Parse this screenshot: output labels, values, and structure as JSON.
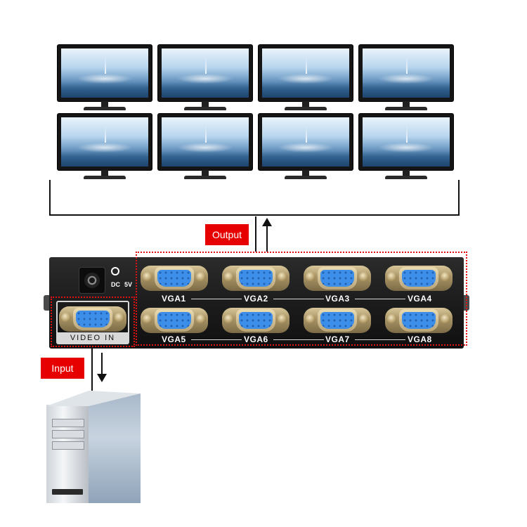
{
  "labels": {
    "output": "Output",
    "input": "Input",
    "video_in": "VIDEO IN",
    "dc": "DC",
    "voltage": "5V"
  },
  "ports": {
    "top_row": [
      "VGA1",
      "VGA2",
      "VGA3",
      "VGA4"
    ],
    "bottom_row": [
      "VGA5",
      "VGA6",
      "VGA7",
      "VGA8"
    ]
  },
  "monitor_count": 8,
  "colors": {
    "label_bg": "#e60000",
    "dashed_outline": "#e01010",
    "connector_pins": "#3d8ee8",
    "device_body": "#1b1b1b"
  }
}
